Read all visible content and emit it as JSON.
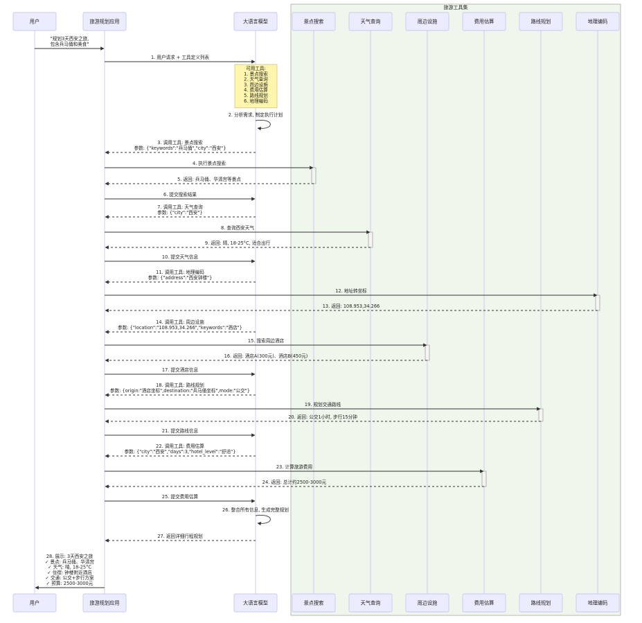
{
  "group": {
    "title": "旅游工具集"
  },
  "actors": [
    {
      "id": "user",
      "label": "用户"
    },
    {
      "id": "app",
      "label": "旅游规划应用"
    },
    {
      "id": "llm",
      "label": "大语言模型"
    },
    {
      "id": "spot",
      "label": "景点搜索"
    },
    {
      "id": "weather",
      "label": "天气查询"
    },
    {
      "id": "nearby",
      "label": "周边设施"
    },
    {
      "id": "cost",
      "label": "费用估算"
    },
    {
      "id": "route",
      "label": "路线规划"
    },
    {
      "id": "geo",
      "label": "地理编码"
    }
  ],
  "note": {
    "lines": [
      "可用工具:",
      "1. 景点搜索",
      "2. 天气查询",
      "3. 周边设施",
      "4. 费用估算",
      "5. 路线规划",
      "6. 地理编码"
    ]
  },
  "messages": [
    {
      "from": "user",
      "to": "app",
      "style": "solid",
      "lines": [
        "\"规划3天西安之旅,",
        "包含兵马俑和美食\""
      ]
    },
    {
      "from": "app",
      "to": "llm",
      "style": "solid",
      "lines": [
        "1. 用户请求 + 工具定义列表"
      ]
    },
    {
      "from": "llm",
      "to": "llm",
      "style": "self",
      "lines": [
        "2. 分析需求, 制定执行计划"
      ]
    },
    {
      "from": "llm",
      "to": "app",
      "style": "dashed",
      "lines": [
        "3. 调用工具: 景点搜索",
        "参数: {\"keywords\":\"兵马俑\",\"city\":\"西安\"}"
      ]
    },
    {
      "from": "app",
      "to": "spot",
      "style": "solid",
      "lines": [
        "4. 执行景点搜索"
      ]
    },
    {
      "from": "spot",
      "to": "app",
      "style": "dashed",
      "lines": [
        "5. 返回: 兵马俑、华清宫等景点"
      ]
    },
    {
      "from": "app",
      "to": "llm",
      "style": "solid",
      "lines": [
        "6. 提交搜索结果"
      ]
    },
    {
      "from": "llm",
      "to": "app",
      "style": "dashed",
      "lines": [
        "7. 调用工具: 天气查询",
        "参数: {\"city\":\"西安\"}"
      ]
    },
    {
      "from": "app",
      "to": "weather",
      "style": "solid",
      "lines": [
        "8. 查询西安天气"
      ]
    },
    {
      "from": "weather",
      "to": "app",
      "style": "dashed",
      "lines": [
        "9. 返回: 晴, 18-25°C, 适合出行"
      ]
    },
    {
      "from": "app",
      "to": "llm",
      "style": "solid",
      "lines": [
        "10. 提交天气信息"
      ]
    },
    {
      "from": "llm",
      "to": "app",
      "style": "dashed",
      "lines": [
        "11. 调用工具: 地理编码",
        "参数: {\"address\":\"西安钟楼\"}"
      ]
    },
    {
      "from": "app",
      "to": "geo",
      "style": "solid",
      "lines": [
        "12. 地址转坐标"
      ]
    },
    {
      "from": "geo",
      "to": "app",
      "style": "dashed",
      "lines": [
        "13. 返回: 108.953,34.266"
      ]
    },
    {
      "from": "llm",
      "to": "app",
      "style": "dashed",
      "lines": [
        "14. 调用工具: 周边设施",
        "参数: {\"location\":\"108.953,34.266\",\"keywords\":\"酒店\"}"
      ]
    },
    {
      "from": "app",
      "to": "nearby",
      "style": "solid",
      "lines": [
        "15. 搜索周边酒店"
      ]
    },
    {
      "from": "nearby",
      "to": "app",
      "style": "dashed",
      "lines": [
        "16. 返回: 酒店A(300元)、酒店B(450元)"
      ]
    },
    {
      "from": "app",
      "to": "llm",
      "style": "solid",
      "lines": [
        "17. 提交酒店信息"
      ]
    },
    {
      "from": "llm",
      "to": "app",
      "style": "dashed",
      "lines": [
        "18. 调用工具: 路线规划",
        "参数: {origin:\"酒店坐标\",destination:\"兵马俑坐标\",mode:\"公交\"}"
      ]
    },
    {
      "from": "app",
      "to": "route",
      "style": "solid",
      "lines": [
        "19. 规划交通路线"
      ]
    },
    {
      "from": "route",
      "to": "app",
      "style": "dashed",
      "lines": [
        "20. 返回: 公交1小时, 步行15分钟"
      ]
    },
    {
      "from": "app",
      "to": "llm",
      "style": "solid",
      "lines": [
        "21. 提交路线信息"
      ]
    },
    {
      "from": "llm",
      "to": "app",
      "style": "dashed",
      "lines": [
        "22. 调用工具: 费用估算",
        "参数: {\"city\":\"西安\",\"days\":3,\"hotel_level\":\"舒适\"}"
      ]
    },
    {
      "from": "app",
      "to": "cost",
      "style": "solid",
      "lines": [
        "23. 计算旅游费用"
      ]
    },
    {
      "from": "cost",
      "to": "app",
      "style": "dashed",
      "lines": [
        "24. 返回: 总计约2500-3000元"
      ]
    },
    {
      "from": "app",
      "to": "llm",
      "style": "solid",
      "lines": [
        "25. 提交费用估算"
      ]
    },
    {
      "from": "llm",
      "to": "llm",
      "style": "self",
      "lines": [
        "26. 整合所有信息, 生成完整规划"
      ]
    },
    {
      "from": "llm",
      "to": "app",
      "style": "dashed",
      "lines": [
        "27. 返回详细行程规划"
      ]
    },
    {
      "from": "app",
      "to": "user",
      "style": "solid",
      "lines": [
        "28. 展示: 3天西安之旅",
        "✓ 景点: 兵马俑、华清宫",
        "✓ 天气: 晴, 18-25°C",
        "✓ 住宿: 钟楼附近酒店",
        "✓ 交通: 公交+步行方案",
        "✓ 预算: 2500-3000元"
      ]
    }
  ],
  "colors": {
    "actor_fill": "#ECECFF",
    "actor_stroke": "#C8C8F0",
    "lifeline": "#C8C8EE",
    "group_fill": "#EFF6EC",
    "group_stroke": "#A9A9A9",
    "note_fill": "#FFF5AD",
    "note_stroke": "#C9C07A",
    "arrow": "#333333",
    "activation_fill": "#F4F4F4",
    "activation_stroke": "#999999"
  }
}
